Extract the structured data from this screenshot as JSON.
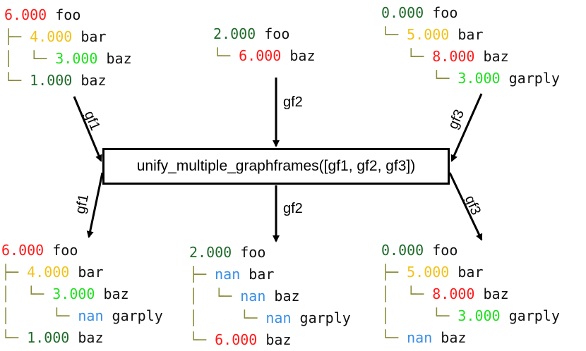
{
  "colors": {
    "red": "#ff1a1a",
    "yellow": "#f2c21b",
    "green": "#1fe01f",
    "darkgreen": "#1f6b2a",
    "blue": "#3a8ee6",
    "guide": "#8a8a3a",
    "text": "#111111"
  },
  "function_label": "unify_multiple_graphframes([gf1, gf2, gf3])",
  "arrow_labels": {
    "in1": "gf1",
    "in2": "gf2",
    "in3": "gf3",
    "out1": "gf1",
    "out2": "gf2",
    "out3": "gf3"
  },
  "input_trees": [
    {
      "lines": [
        {
          "prefix": "",
          "value": "6.000",
          "name": "foo",
          "color": "red"
        },
        {
          "prefix": "├─ ",
          "value": "4.000",
          "name": "bar",
          "color": "yellow"
        },
        {
          "prefix": "│  └─ ",
          "value": "3.000",
          "name": "baz",
          "color": "green"
        },
        {
          "prefix": "└─ ",
          "value": "1.000",
          "name": "baz",
          "color": "darkgreen"
        }
      ]
    },
    {
      "lines": [
        {
          "prefix": "",
          "value": "2.000",
          "name": "foo",
          "color": "darkgreen"
        },
        {
          "prefix": "└─ ",
          "value": "6.000",
          "name": "baz",
          "color": "red"
        }
      ]
    },
    {
      "lines": [
        {
          "prefix": "",
          "value": "0.000",
          "name": "foo",
          "color": "darkgreen"
        },
        {
          "prefix": "└─ ",
          "value": "5.000",
          "name": "bar",
          "color": "yellow"
        },
        {
          "prefix": "   └─ ",
          "value": "8.000",
          "name": "baz",
          "color": "red"
        },
        {
          "prefix": "      └─ ",
          "value": "3.000",
          "name": "garply",
          "color": "green"
        }
      ]
    }
  ],
  "output_trees": [
    {
      "lines": [
        {
          "prefix": "",
          "value": "6.000",
          "name": "foo",
          "color": "red"
        },
        {
          "prefix": "├─ ",
          "value": "4.000",
          "name": "bar",
          "color": "yellow"
        },
        {
          "prefix": "│  └─ ",
          "value": "3.000",
          "name": "baz",
          "color": "green"
        },
        {
          "prefix": "│     └─ ",
          "value": "nan",
          "name": "garply",
          "color": "blue"
        },
        {
          "prefix": "└─ ",
          "value": "1.000",
          "name": "baz",
          "color": "darkgreen"
        }
      ]
    },
    {
      "lines": [
        {
          "prefix": "",
          "value": "2.000",
          "name": "foo",
          "color": "darkgreen"
        },
        {
          "prefix": "├─ ",
          "value": "nan",
          "name": "bar",
          "color": "blue"
        },
        {
          "prefix": "│  └─ ",
          "value": "nan",
          "name": "baz",
          "color": "blue"
        },
        {
          "prefix": "│     └─ ",
          "value": "nan",
          "name": "garply",
          "color": "blue"
        },
        {
          "prefix": "└─ ",
          "value": "6.000",
          "name": "baz",
          "color": "red"
        }
      ]
    },
    {
      "lines": [
        {
          "prefix": "",
          "value": "0.000",
          "name": "foo",
          "color": "darkgreen"
        },
        {
          "prefix": "├─ ",
          "value": "5.000",
          "name": "bar",
          "color": "yellow"
        },
        {
          "prefix": "│  └─ ",
          "value": "8.000",
          "name": "baz",
          "color": "red"
        },
        {
          "prefix": "│     └─ ",
          "value": "3.000",
          "name": "garply",
          "color": "green"
        },
        {
          "prefix": "└─ ",
          "value": "nan",
          "name": "baz",
          "color": "blue"
        }
      ]
    }
  ]
}
